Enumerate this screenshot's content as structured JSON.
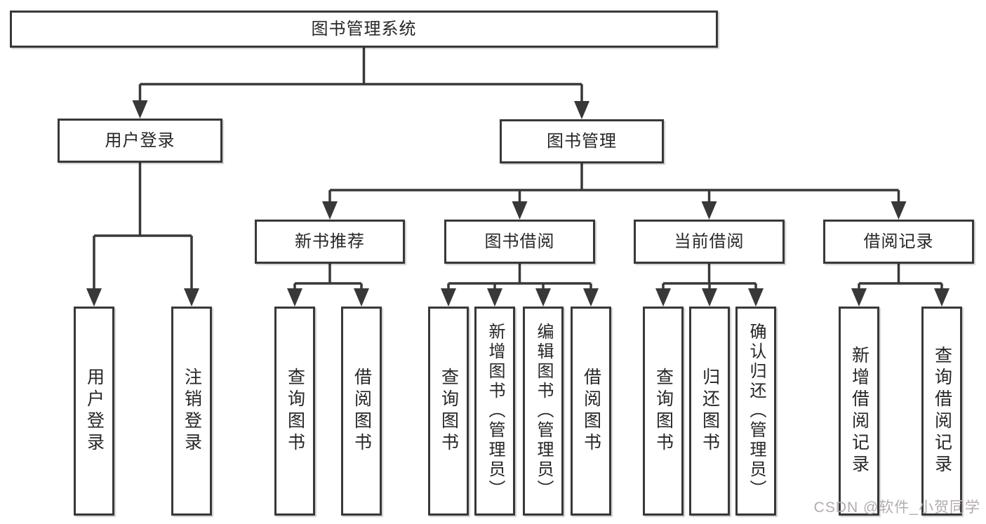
{
  "diagram_title": "图书管理系统",
  "colors": {
    "line": "#383838",
    "box_border": "#383838",
    "text": "#262626",
    "watermark": "#b3acae",
    "background": "#ffffff"
  },
  "tree": {
    "label": "图书管理系统",
    "children": [
      {
        "label": "用户登录",
        "children": [
          {
            "label": "用户登录"
          },
          {
            "label": "注销登录"
          }
        ]
      },
      {
        "label": "图书管理",
        "children": [
          {
            "label": "新书推荐",
            "children": [
              {
                "label": "查询图书"
              },
              {
                "label": "借阅图书"
              }
            ]
          },
          {
            "label": "图书借阅",
            "children": [
              {
                "label": "查询图书"
              },
              {
                "label": "新增图书（管理员）"
              },
              {
                "label": "编辑图书（管理员）"
              },
              {
                "label": "借阅图书"
              }
            ]
          },
          {
            "label": "当前借阅",
            "children": [
              {
                "label": "查询图书"
              },
              {
                "label": "归还图书"
              },
              {
                "label": "确认归还（管理员）"
              }
            ]
          },
          {
            "label": "借阅记录",
            "children": [
              {
                "label": "新增借阅记录"
              },
              {
                "label": "查询借阅记录"
              }
            ]
          }
        ]
      }
    ]
  },
  "watermark": "CSDN @软件_小贺同学"
}
